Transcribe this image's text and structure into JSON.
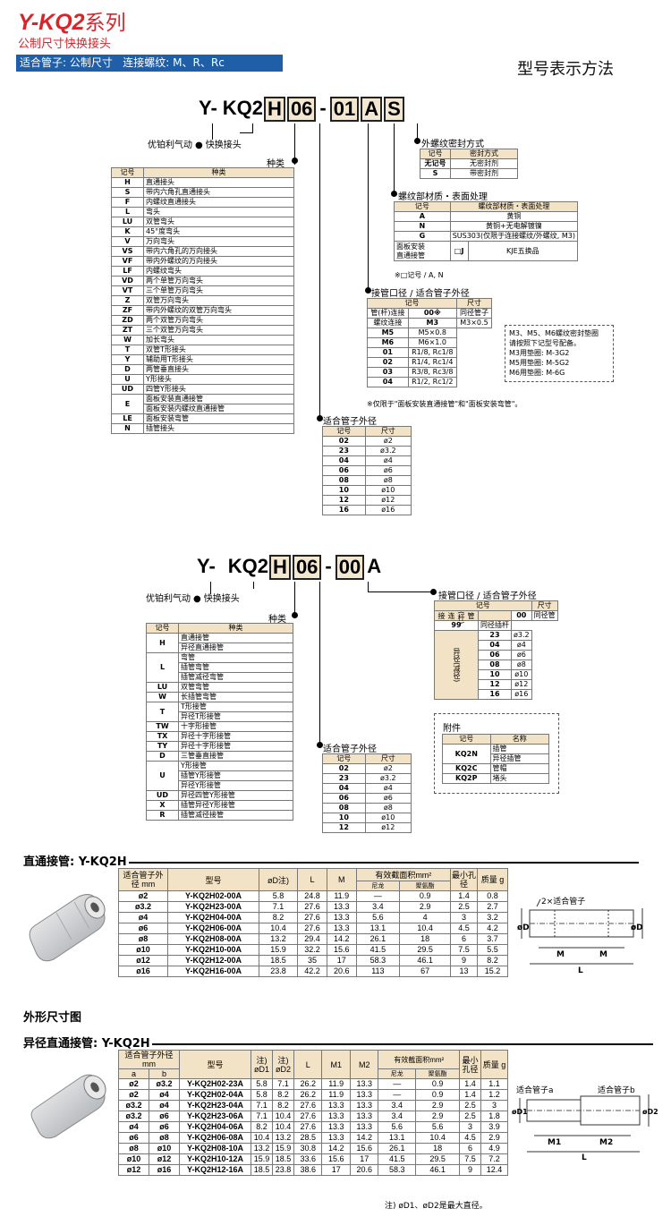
{
  "header": {
    "title": "Y-KQ2",
    "title_cn": "系列",
    "subtitle": "公制尺寸快换接头",
    "bar": "适合管子: 公制尺寸   连接螺纹: M、R、Rc",
    "right": "型号表示方法"
  },
  "model1": {
    "p1": "Y-",
    "p2": "KQ2",
    "b1": "H",
    "b2": "06",
    "sep": "-",
    "b3": "01",
    "b4": "A",
    "b5": "S",
    "maker": "优铂利气动",
    "bullet": "●",
    "maker2": "快换接头"
  },
  "type1": {
    "title": "种类",
    "h1": "记号",
    "h2": "种类",
    "rows": [
      [
        "H",
        "直通接头"
      ],
      [
        "S",
        "带内六角孔直通接头"
      ],
      [
        "F",
        "内螺纹直通接头"
      ],
      [
        "L",
        "弯头"
      ],
      [
        "LU",
        "双管弯头"
      ],
      [
        "K",
        "45°度弯头"
      ],
      [
        "V",
        "万向弯头"
      ],
      [
        "VS",
        "带内六角孔的万向接头"
      ],
      [
        "VF",
        "带内外螺纹的万向接头"
      ],
      [
        "LF",
        "内螺纹弯头"
      ],
      [
        "VD",
        "两个单管万向弯头"
      ],
      [
        "VT",
        "三个单管万向弯头"
      ],
      [
        "Z",
        "双管万向弯头"
      ],
      [
        "ZF",
        "带内外螺纹的双管万向弯头"
      ],
      [
        "ZD",
        "两个双管万向弯头"
      ],
      [
        "ZT",
        "三个双管万向弯头"
      ],
      [
        "W",
        "加长弯头"
      ],
      [
        "T",
        "双管T形接头"
      ],
      [
        "Y",
        "辅助用T形接头"
      ],
      [
        "D",
        "两管垂直接头"
      ],
      [
        "U",
        "Y形接头"
      ],
      [
        "UD",
        "四管Y形接头"
      ]
    ],
    "e_code": "E",
    "e1": "面板安装直通接管",
    "e2": "面板安装内螺纹直通接管",
    "tail": [
      [
        "LE",
        "面板安装弯管"
      ],
      [
        "N",
        "插管接头"
      ]
    ]
  },
  "seal": {
    "title": "外螺纹密封方式",
    "h1": "记号",
    "h2": "密封方式",
    "rows": [
      [
        "无记号",
        "无密封剂"
      ],
      [
        "S",
        "带密封剂"
      ]
    ]
  },
  "mat": {
    "title": "螺纹部材质・表面处理",
    "h1": "记号",
    "h2": "螺纹部材质・表面处理",
    "rows": [
      [
        "A",
        "黄铜"
      ],
      [
        "N",
        "黄铜+无电解镀镍"
      ],
      [
        "G",
        "SUS303(仅限于连接螺纹/外螺纹, M3)"
      ]
    ],
    "panel1": "面板安装",
    "panel2": "直通接管",
    "panel_code": "□J",
    "panel_val": "KJE五换品",
    "note": "※□记号 / A, N"
  },
  "port": {
    "title": "接管口径 / 适合管子外径",
    "h1": "记号",
    "h2": "尺寸",
    "r0a": "管(杆)连接",
    "r0b": "00※",
    "r0c": "同径管子",
    "thread": "螺纹连接",
    "rows": [
      [
        "M3",
        "M3×0.5"
      ],
      [
        "M5",
        "M5×0.8"
      ],
      [
        "M6",
        "M6×1.0"
      ],
      [
        "01",
        "R1/8, Rc1/8"
      ],
      [
        "02",
        "R1/4, Rc1/4"
      ],
      [
        "03",
        "R3/8, Rc3/8"
      ],
      [
        "04",
        "R1/2, Rc1/2"
      ]
    ],
    "note": "※仅限于\"面板安装直通接管\"和\"面板安装弯管\"。",
    "side1": "M3、M5、M6螺纹密封垫圈",
    "side2": "请按照下记型号配备。",
    "side3": "M3用垫圈: M-3G2",
    "side4": "M5用垫圈: M-5G2",
    "side5": "M6用垫圈: M-6G"
  },
  "tube1": {
    "title": "适合管子外径",
    "h1": "记号",
    "h2": "尺寸",
    "rows": [
      [
        "02",
        "ø2"
      ],
      [
        "23",
        "ø3.2"
      ],
      [
        "04",
        "ø4"
      ],
      [
        "06",
        "ø6"
      ],
      [
        "08",
        "ø8"
      ],
      [
        "10",
        "ø10"
      ],
      [
        "12",
        "ø12"
      ],
      [
        "16",
        "ø16"
      ]
    ]
  },
  "model2": {
    "p1": "Y-",
    "p2": "KQ2",
    "b1": "H",
    "b2": "06",
    "sep": "-",
    "b3": "00",
    "b4": "A",
    "maker": "优铂利气动",
    "bullet": "●",
    "maker2": "快换接头"
  },
  "type2": {
    "title": "种类",
    "h1": "记号",
    "h2": "种类",
    "groups": [
      {
        "c": "H",
        "items": [
          "直通接管",
          "异径直通接管"
        ]
      },
      {
        "c": "L",
        "items": [
          "弯管",
          "插管弯管",
          "插管减径弯管"
        ]
      },
      {
        "c": "LU",
        "items": [
          "双管弯管"
        ]
      },
      {
        "c": "W",
        "items": [
          "长插管弯管"
        ]
      },
      {
        "c": "T",
        "items": [
          "T形接管",
          "异径T形接管"
        ]
      },
      {
        "c": "TW",
        "items": [
          "十字形接管"
        ]
      },
      {
        "c": "TX",
        "items": [
          "异径十字形接管"
        ]
      },
      {
        "c": "TY",
        "items": [
          "异径十字形接管"
        ]
      },
      {
        "c": "D",
        "items": [
          "三管垂直接管"
        ]
      },
      {
        "c": "U",
        "items": [
          "Y形接管",
          "插管Y形接管",
          "异径Y形接管"
        ]
      },
      {
        "c": "UD",
        "items": [
          "异径四管Y形接管"
        ]
      },
      {
        "c": "X",
        "items": [
          "插管异径Y形接管"
        ]
      },
      {
        "c": "R",
        "items": [
          "插管减径接管"
        ]
      }
    ]
  },
  "port2": {
    "title": "接管口径 / 适合管子外径",
    "h1": "记号",
    "h2": "尺寸",
    "v1": "管(杆)连接",
    "v2": "异径(减径)",
    "rows": [
      [
        "00",
        "同径管"
      ],
      [
        "99",
        "同径插杆"
      ],
      [
        "23",
        "ø3.2"
      ],
      [
        "04",
        "ø4"
      ],
      [
        "06",
        "ø6"
      ],
      [
        "08",
        "ø8"
      ],
      [
        "10",
        "ø10"
      ],
      [
        "12",
        "ø12"
      ],
      [
        "16",
        "ø16"
      ]
    ]
  },
  "acc": {
    "title": "附件",
    "h1": "记号",
    "h2": "名称",
    "rows": [
      [
        "KQ2N",
        "插管",
        "异径插管"
      ],
      [
        "KQ2C",
        "管帽",
        ""
      ],
      [
        "KQ2P",
        "堵头",
        ""
      ]
    ]
  },
  "tube2": {
    "title": "适合管子外径",
    "h1": "记号",
    "h2": "尺寸",
    "rows": [
      [
        "02",
        "ø2"
      ],
      [
        "23",
        "ø3.2"
      ],
      [
        "04",
        "ø4"
      ],
      [
        "06",
        "ø6"
      ],
      [
        "08",
        "ø8"
      ],
      [
        "10",
        "ø10"
      ],
      [
        "12",
        "ø12"
      ]
    ]
  },
  "sec1": {
    "title": "直通接管: Y-KQ2H",
    "h_tube": "适合管子外径 mm",
    "h_model": "型号",
    "h_d": "øD注)",
    "h_l": "L",
    "h_m": "M",
    "h_area": "有效截面积mm²",
    "h_a1": "尼龙",
    "h_a2": "聚氨酯",
    "h_min": "最小孔径",
    "h_wt": "质量 g",
    "rows": [
      [
        "ø2",
        "Y-KQ2H02-00A",
        "5.8",
        "24.8",
        "11.9",
        "—",
        "0.9",
        "1.4",
        "0.8"
      ],
      [
        "ø3.2",
        "Y-KQ2H23-00A",
        "7.1",
        "27.6",
        "13.3",
        "3.4",
        "2.9",
        "2.5",
        "2.7"
      ],
      [
        "ø4",
        "Y-KQ2H04-00A",
        "8.2",
        "27.6",
        "13.3",
        "5.6",
        "4",
        "3",
        "3.2"
      ],
      [
        "ø6",
        "Y-KQ2H06-00A",
        "10.4",
        "27.6",
        "13.3",
        "13.1",
        "10.4",
        "4.5",
        "4.2"
      ],
      [
        "ø8",
        "Y-KQ2H08-00A",
        "13.2",
        "29.4",
        "14.2",
        "26.1",
        "18",
        "6",
        "3.7"
      ],
      [
        "ø10",
        "Y-KQ2H10-00A",
        "15.9",
        "32.2",
        "15.6",
        "41.5",
        "29.5",
        "7.5",
        "5.5"
      ],
      [
        "ø12",
        "Y-KQ2H12-00A",
        "18.5",
        "35",
        "17",
        "58.3",
        "46.1",
        "9",
        "8.2"
      ],
      [
        "ø16",
        "Y-KQ2H16-00A",
        "23.8",
        "42.2",
        "20.6",
        "113",
        "67",
        "13",
        "15.2"
      ]
    ],
    "dia_label": "2×适合管子",
    "dia_d": "øD",
    "dia_m": "M",
    "dia_l": "L"
  },
  "outline": "外形尺寸图",
  "sec2": {
    "title": "异径直通接管: Y-KQ2H",
    "h_tube": "适合管子外径 mm",
    "h_a": "a",
    "h_b": "b",
    "h_model": "型号",
    "h_d1": "注) øD1",
    "h_d2": "注) øD2",
    "h_l": "L",
    "h_m1": "M1",
    "h_m2": "M2",
    "h_area": "有效截面积mm²",
    "h_a1": "尼龙",
    "h_a2": "聚氨酯",
    "h_min": "最小孔径",
    "h_wt": "质量 g",
    "rows": [
      [
        "ø2",
        "ø3.2",
        "Y-KQ2H02-23A",
        "5.8",
        "7.1",
        "26.2",
        "11.9",
        "13.3",
        "—",
        "0.9",
        "1.4",
        "1.1"
      ],
      [
        "ø2",
        "ø4",
        "Y-KQ2H02-04A",
        "5.8",
        "8.2",
        "26.2",
        "11.9",
        "13.3",
        "—",
        "0.9",
        "1.4",
        "1.2"
      ],
      [
        "ø3.2",
        "ø4",
        "Y-KQ2H23-04A",
        "7.1",
        "8.2",
        "27.6",
        "13.3",
        "13.3",
        "3.4",
        "2.9",
        "2.5",
        "3"
      ],
      [
        "ø3.2",
        "ø6",
        "Y-KQ2H23-06A",
        "7.1",
        "10.4",
        "27.6",
        "13.3",
        "13.3",
        "3.4",
        "2.9",
        "2.5",
        "1.8"
      ],
      [
        "ø4",
        "ø6",
        "Y-KQ2H04-06A",
        "8.2",
        "10.4",
        "27.6",
        "13.3",
        "13.3",
        "5.6",
        "5.6",
        "3",
        "3.9"
      ],
      [
        "ø6",
        "ø8",
        "Y-KQ2H06-08A",
        "10.4",
        "13.2",
        "28.5",
        "13.3",
        "14.2",
        "13.1",
        "10.4",
        "4.5",
        "2.9"
      ],
      [
        "ø8",
        "ø10",
        "Y-KQ2H08-10A",
        "13.2",
        "15.9",
        "30.8",
        "14.2",
        "15.6",
        "26.1",
        "18",
        "6",
        "4.9"
      ],
      [
        "ø10",
        "ø12",
        "Y-KQ2H10-12A",
        "15.9",
        "18.5",
        "33.6",
        "15.6",
        "17",
        "41.5",
        "29.5",
        "7.5",
        "7.2"
      ],
      [
        "ø12",
        "ø16",
        "Y-KQ2H12-16A",
        "18.5",
        "23.8",
        "38.6",
        "17",
        "20.6",
        "58.3",
        "46.1",
        "9",
        "12.4"
      ]
    ],
    "dia_a": "适合管子a",
    "dia_b": "适合管子b",
    "dia_d1": "øD1",
    "dia_d2": "øD2",
    "dia_m1": "M1",
    "dia_m2": "M2",
    "dia_l": "L",
    "note": "注) øD1、øD2是最大直径。"
  }
}
